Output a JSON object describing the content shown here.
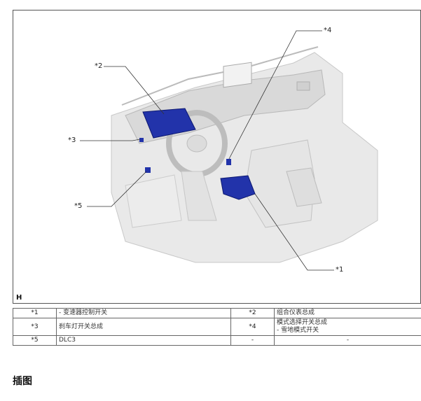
{
  "figure": {
    "code": "H",
    "callouts": [
      "*1",
      "*2",
      "*3",
      "*4",
      "*5"
    ]
  },
  "legend": {
    "rows": [
      [
        {
          "key": "*1",
          "val": "- 变速器控制开关"
        },
        {
          "key": "*2",
          "val": "组合仪表总成"
        }
      ],
      [
        {
          "key": "*3",
          "val": "刹车灯开关总成"
        },
        {
          "key": "*4",
          "val": "模式选择开关总成",
          "val2": "- 雪地模式开关"
        }
      ],
      [
        {
          "key": "*5",
          "val": "DLC3"
        },
        {
          "key": "-",
          "val": "-"
        }
      ]
    ]
  },
  "section_title": "插图",
  "colors": {
    "highlight": "#2233aa",
    "line": "#555555"
  }
}
